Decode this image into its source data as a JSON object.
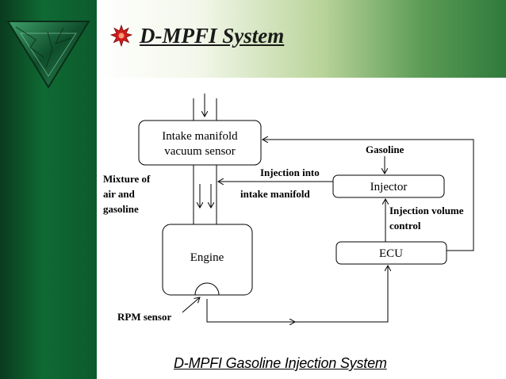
{
  "slide": {
    "title": "D-MPFI System",
    "caption": "D-MPFI Gasoline Injection System"
  },
  "diagram": {
    "intake_box": [
      "Intake manifold",
      "vacuum sensor"
    ],
    "engine_box": "Engine",
    "injector_box": "Injector",
    "ecu_box": "ECU",
    "gasoline_label": "Gasoline",
    "injection_into_label": [
      "Injection into",
      "intake manifold"
    ],
    "mixture_label": [
      "Mixture of",
      "air and",
      "gasoline"
    ],
    "injection_volume_label": [
      "Injection volume",
      "control"
    ],
    "rpm_label": "RPM sensor"
  },
  "colors": {
    "sidebar_dark": "#0a3b1f",
    "sidebar_green": "#0f6a33",
    "header_green": "#2f7a3c",
    "bullet_red": "#d01c1c"
  },
  "icons": {
    "logo": "marble-triangle-logo",
    "bullet": "starburst-bullet-icon"
  }
}
